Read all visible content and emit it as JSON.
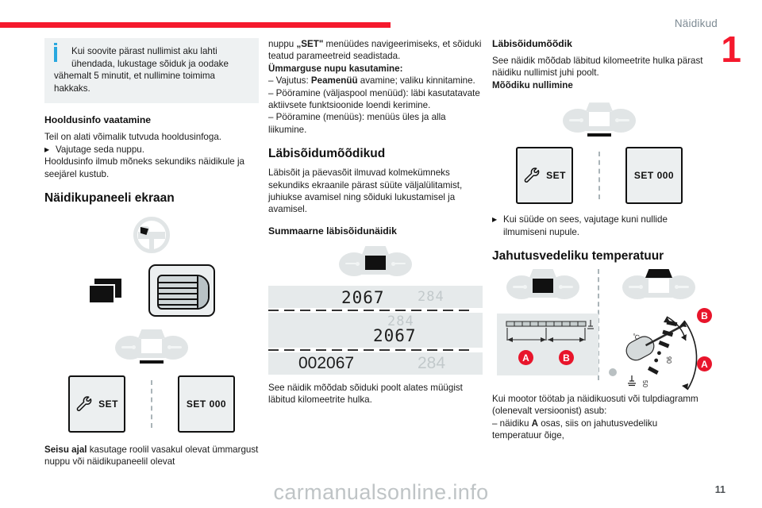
{
  "header": {
    "title": "Näidikud",
    "chapter_number": "1",
    "accent_color": "#f5192d"
  },
  "column1": {
    "note": {
      "line1": "Kui soovite pärast nullimist aku lahti",
      "line2": "ühendada, lukustage sõiduk ja oodake",
      "line3": "vähemalt 5 minutit, et nullimine toimima",
      "line4": "hakkaks.",
      "icon": "info-icon",
      "icon_color": "#29a8df"
    },
    "heading_service": "Hooldusinfo vaatamine",
    "service_p1": "Teil on alati võimalik tutvuda hooldusinfoga.",
    "service_bullet": "Vajutage seda nuppu.",
    "service_p2": "Hooldusinfo ilmub mõneks sekundiks näidikule ja seejärel kustub.",
    "heading_panel": "Näidikupaneeli ekraan",
    "set_button_label": "SET",
    "set_zero_label": "SET  000",
    "caption_bold": "Seisu ajal",
    "caption_rest": " kasutage roolil vasakul olevat ümmargust nuppu või näidikupaneelil olevat"
  },
  "column2": {
    "cont_line1": "nuppu ",
    "cont_set": "„SET\"",
    "cont_line2": " menüüdes navigeerimiseks, et sõiduki teatud parameetreid seadistada.",
    "knob_heading": "Ümmarguse nupu kasutamine:",
    "bullet1_pre": "–  Vajutus: ",
    "bullet1_bold": "Peamenüü",
    "bullet1_post": " avamine; valiku kinnitamine.",
    "bullet2": "–  Pööramine (väljaspool menüüd): läbi kasutatavate aktiivsete funktsioonide loendi kerimine.",
    "bullet3": "–  Pööramine (menüüs): menüüs üles ja alla liikumine.",
    "heading_trip": "Läbisõidumõõdikud",
    "trip_p": "Läbisõit ja päevasõit ilmuvad kolmekümneks sekundiks ekraanile pärast süüte väljalülitamist, juhiukse avamisel ning sõiduki lukustamisel ja avamisel.",
    "heading_total": "Summaarne läbisõidunäidik",
    "odometer": {
      "row1_main": "2067",
      "row1_secondary": "284",
      "row2_secondary": "284",
      "row2_main": "2067",
      "row3_main": "002067",
      "row3_secondary": "284"
    },
    "total_p": "See näidik mõõdab sõiduki poolt alates müügist läbitud kilomeetrite hulka."
  },
  "column3": {
    "heading_odometer": "Läbisõidumõõdik",
    "odometer_p": "See näidik mõõdab läbitud kilomeetrite hulka pärast näidiku nullimist juhi poolt.",
    "reset_heading": "Mõõdiku nullimine",
    "set_button_label": "SET",
    "set_zero_label": "SET  000",
    "reset_bullet": "Kui süüde on sees, vajutage kuni nullide ilmumiseni nupule.",
    "heading_coolant": "Jahutusvedeliku temperatuur",
    "gauge": {
      "zone_a": "A",
      "zone_b": "B",
      "unit_label": "°C",
      "tick_90": "90",
      "tick_50": "50"
    },
    "coolant_p1": "Kui mootor töötab ja näidikuosuti või tulpdiagramm (olenevalt versioonist) asub:",
    "coolant_bullet_pre": "–  näidiku ",
    "coolant_bullet_bold": "A",
    "coolant_bullet_post": " osas, siis on jahutusvedeliku temperatuur õige,"
  },
  "footer": {
    "watermark": "carmanualsonline.info",
    "page_number": "11"
  }
}
